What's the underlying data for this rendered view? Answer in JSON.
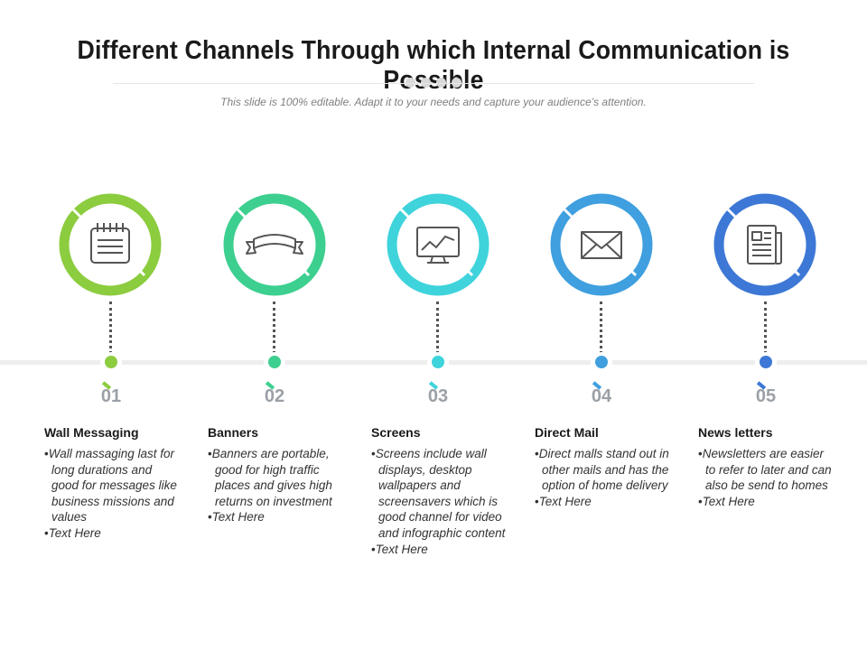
{
  "title": "Different Channels Through which Internal Communication is Possible",
  "subtitle": "This slide is 100% editable. Adapt it to your needs and capture your audience’s attention.",
  "channels": [
    {
      "number": "01",
      "heading": "Wall Messaging",
      "color": "#8ccc3f",
      "icon": "notepad-icon",
      "bullets": [
        "Wall massaging last for long durations and good for messages like business missions and values",
        "Text Here"
      ]
    },
    {
      "number": "02",
      "heading": "Banners",
      "color": "#3dcf8f",
      "icon": "ribbon-banner-icon",
      "bullets": [
        "Banners are portable, good for high traffic places and gives high returns on investment",
        "Text Here"
      ]
    },
    {
      "number": "03",
      "heading": "Screens",
      "color": "#3fd3dc",
      "icon": "monitor-chart-icon",
      "bullets": [
        "Screens include wall displays, desktop wallpapers and screensavers which is good channel for video and infographic content",
        "Text Here"
      ]
    },
    {
      "number": "04",
      "heading": "Direct Mail",
      "color": "#3f9fdf",
      "icon": "envelope-icon",
      "bullets": [
        "Direct malls stand out in other mails and has the option of home delivery",
        "Text Here"
      ]
    },
    {
      "number": "05",
      "heading": "News letters",
      "color": "#3d78d6",
      "icon": "newspaper-icon",
      "bullets": [
        "Newsletters are easier to refer to later and can also be send to homes",
        "Text Here"
      ]
    }
  ]
}
